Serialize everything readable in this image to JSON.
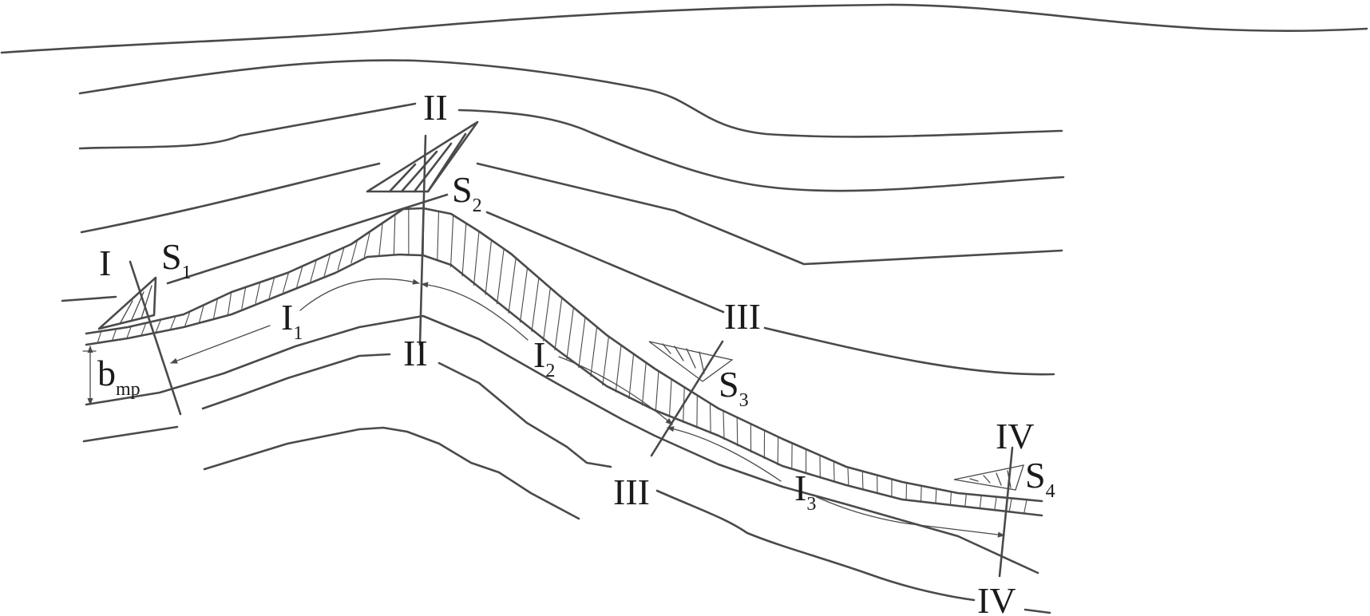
{
  "diagram": {
    "labels": {
      "I": "I",
      "II": "II",
      "III": "III",
      "IV": "IV",
      "S": "S",
      "I_letter": "I",
      "b": "b",
      "b_sub": "mp",
      "sub_1": "1",
      "sub_2": "2",
      "sub_3": "3",
      "sub_4": "4"
    }
  }
}
